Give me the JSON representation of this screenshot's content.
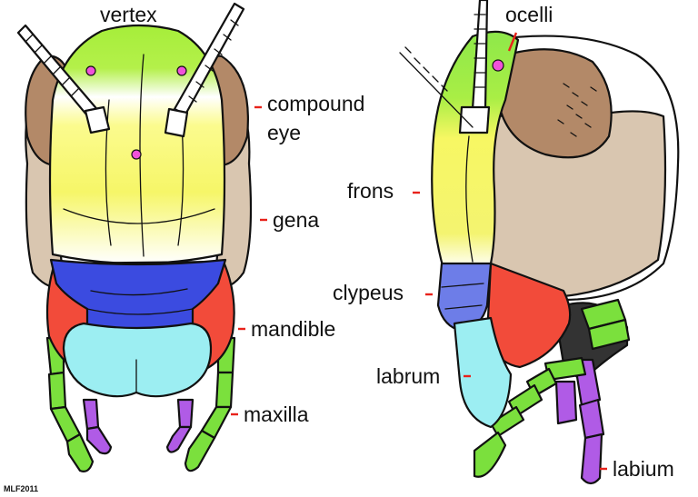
{
  "labels": {
    "vertex": "vertex",
    "compound_eye_1": "compound",
    "compound_eye_2": "eye",
    "gena": "gena",
    "mandible": "mandible",
    "maxilla": "maxilla",
    "ocelli": "ocelli",
    "frons": "frons",
    "clypeus": "clypeus",
    "labrum": "labrum",
    "labium": "labium"
  },
  "credit": "MLF2011",
  "colors": {
    "leader": "#e8221a",
    "vertex_green": "#a6ee3a",
    "frons_yellow": "#f6f668",
    "compound_eye": "#b38968",
    "gena": "#d9c6b0",
    "clypeus": "#3b4be0",
    "labrum": "#9ceef2",
    "mandible": "#f24b3a",
    "maxilla": "#7be03d",
    "labium": "#b05be6",
    "ocelli": "#f052d9"
  }
}
